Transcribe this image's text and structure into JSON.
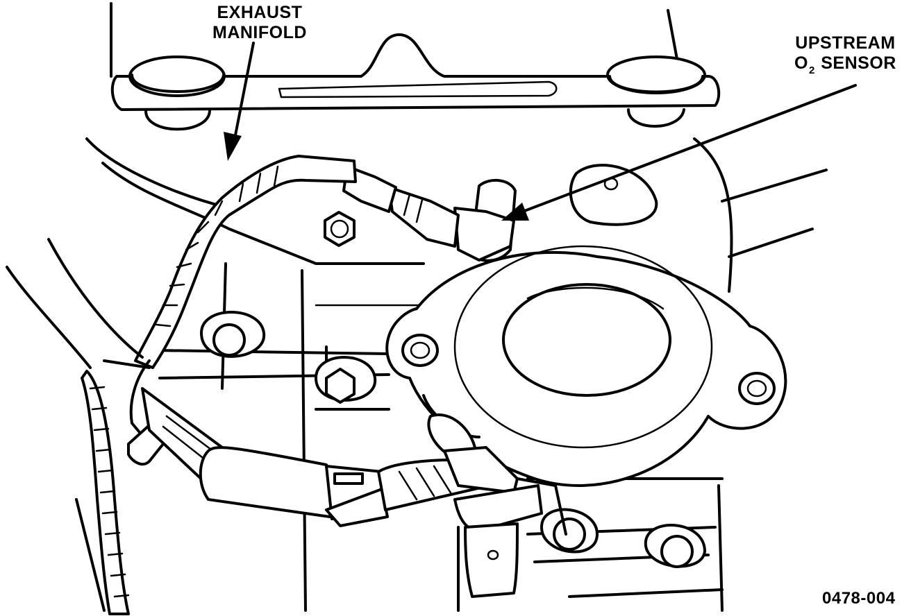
{
  "labels": {
    "exhaust_line1": "EXHAUST",
    "exhaust_line2": "MANIFOLD",
    "o2_line1": "UPSTREAM",
    "o2_line2_prefix": "O",
    "o2_subscript": "2",
    "o2_line2_suffix": "SENSOR",
    "figure_number": "0478-004"
  },
  "colors": {
    "line": "#000000",
    "background": "#ffffff"
  }
}
